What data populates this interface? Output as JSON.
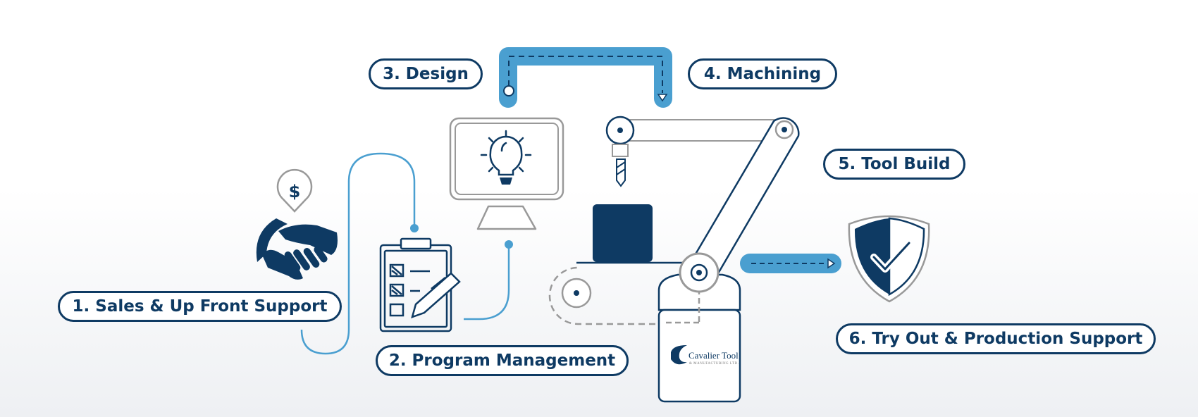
{
  "diagram": {
    "title": "Tooling process steps",
    "steps": [
      {
        "number": "1.",
        "label": "1.  Sales & Up Front Support",
        "icon": "handshake-icon"
      },
      {
        "number": "2.",
        "label": "2. Program Management",
        "icon": "clipboard-checklist-icon"
      },
      {
        "number": "3.",
        "label": "3. Design",
        "icon": "monitor-lightbulb-icon"
      },
      {
        "number": "4.",
        "label": "4. Machining",
        "icon": "drill-arm-icon"
      },
      {
        "number": "5.",
        "label": "5. Tool Build",
        "icon": "robot-arm-icon"
      },
      {
        "number": "6.",
        "label": "6. Try Out & Production Support",
        "icon": "shield-check-icon"
      }
    ],
    "money_icon_symbol": "$",
    "logo": {
      "name": "Cavalier Tool",
      "subtitle": "& MANUFACTURING LTD."
    },
    "colors": {
      "navy": "#0e3a63",
      "blue": "#4a9fd0",
      "gray": "#999999"
    }
  }
}
